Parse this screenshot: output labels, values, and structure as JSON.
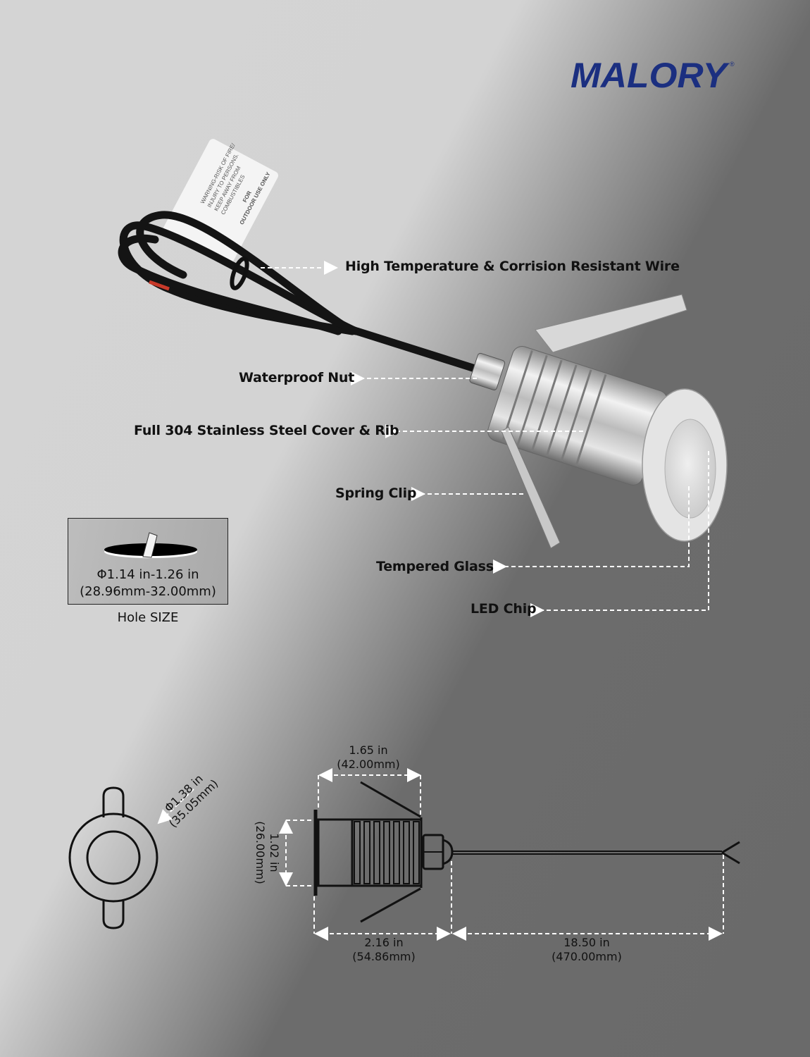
{
  "brand": {
    "logo_text": "MALORY",
    "registered_mark": "®",
    "logo_color": "#1b2f80"
  },
  "product_label_tag": {
    "lines": [
      "WARNING-RISK OF FIRE/",
      "INJURY TO PERSONS.",
      "KEEP AWAY FROM",
      "COMBUSTIBLES",
      "FOR",
      "OUTDOOR USE ONLY"
    ]
  },
  "callouts": [
    {
      "id": "wire",
      "label": "High Temperature & Corrision Resistant Wire",
      "arrow": "right"
    },
    {
      "id": "nut",
      "label": "Waterproof Nut",
      "arrow": "left"
    },
    {
      "id": "cover",
      "label": "Full 304 Stainless Steel Cover & Rib",
      "arrow": "left"
    },
    {
      "id": "clip",
      "label": "Spring Clip",
      "arrow": "left"
    },
    {
      "id": "glass",
      "label": "Tempered Glass",
      "arrow": "left"
    },
    {
      "id": "led",
      "label": "LED Chip",
      "arrow": "left"
    }
  ],
  "hole_size": {
    "dimension_in": "Φ1.14 in-1.26 in",
    "dimension_mm": "(28.96mm-32.00mm)",
    "caption": "Hole SIZE"
  },
  "dimensions": {
    "front_diameter": {
      "in": "Φ1.38 in",
      "mm": "(35.05mm)"
    },
    "body_length": {
      "in": "1.65 in",
      "mm": "(42.00mm)"
    },
    "body_diameter": {
      "in": "1.02 in",
      "mm": "(26.00mm)"
    },
    "overall_length": {
      "in": "2.16 in",
      "mm": "(54.86mm)"
    },
    "wire_length": {
      "in": "18.50 in",
      "mm": "(470.00mm)"
    }
  },
  "colors": {
    "background_light": "#d4d4d4",
    "background_dark": "#6a6a6a",
    "dimension_line": "#ffffff",
    "drawing_stroke": "#111111"
  }
}
